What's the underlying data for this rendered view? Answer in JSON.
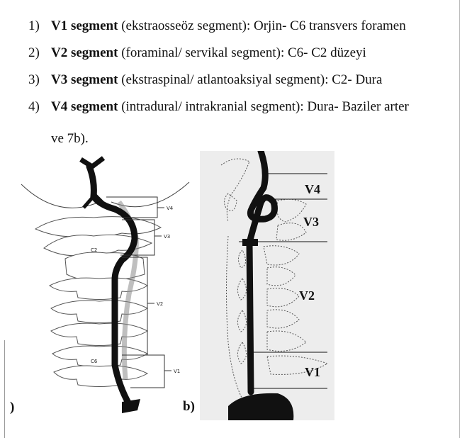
{
  "segments": [
    {
      "number": "1)",
      "name": "V1 segment",
      "rest": " (ekstraosseöz segment): Orjin- C6 transvers foramen"
    },
    {
      "number": "2)",
      "name": "V2 segment",
      "rest": " (foraminal/ servikal segment): C6- C2 düzeyi"
    },
    {
      "number": "3)",
      "name": "V3 segment",
      "rest": " (ekstraspinal/ atlantoaksiyal segment): C2- Dura"
    },
    {
      "number": "4)",
      "name": "V4 segment",
      "rest": " (intradural/ intrakranial segment): Dura- Baziler arter"
    }
  ],
  "continuation": "ve 7b).",
  "figure_a": {
    "panel_letter": ")",
    "vertebra_labels": {
      "c2": "C2",
      "c6": "C6"
    },
    "segment_labels": {
      "v4": "V4",
      "v3": "V3",
      "v2": "V2",
      "v1": "V1"
    }
  },
  "figure_b": {
    "panel_letter": "b)",
    "segment_labels": {
      "v4": "V4",
      "v3": "V3",
      "v2": "V2",
      "v1": "V1"
    }
  }
}
